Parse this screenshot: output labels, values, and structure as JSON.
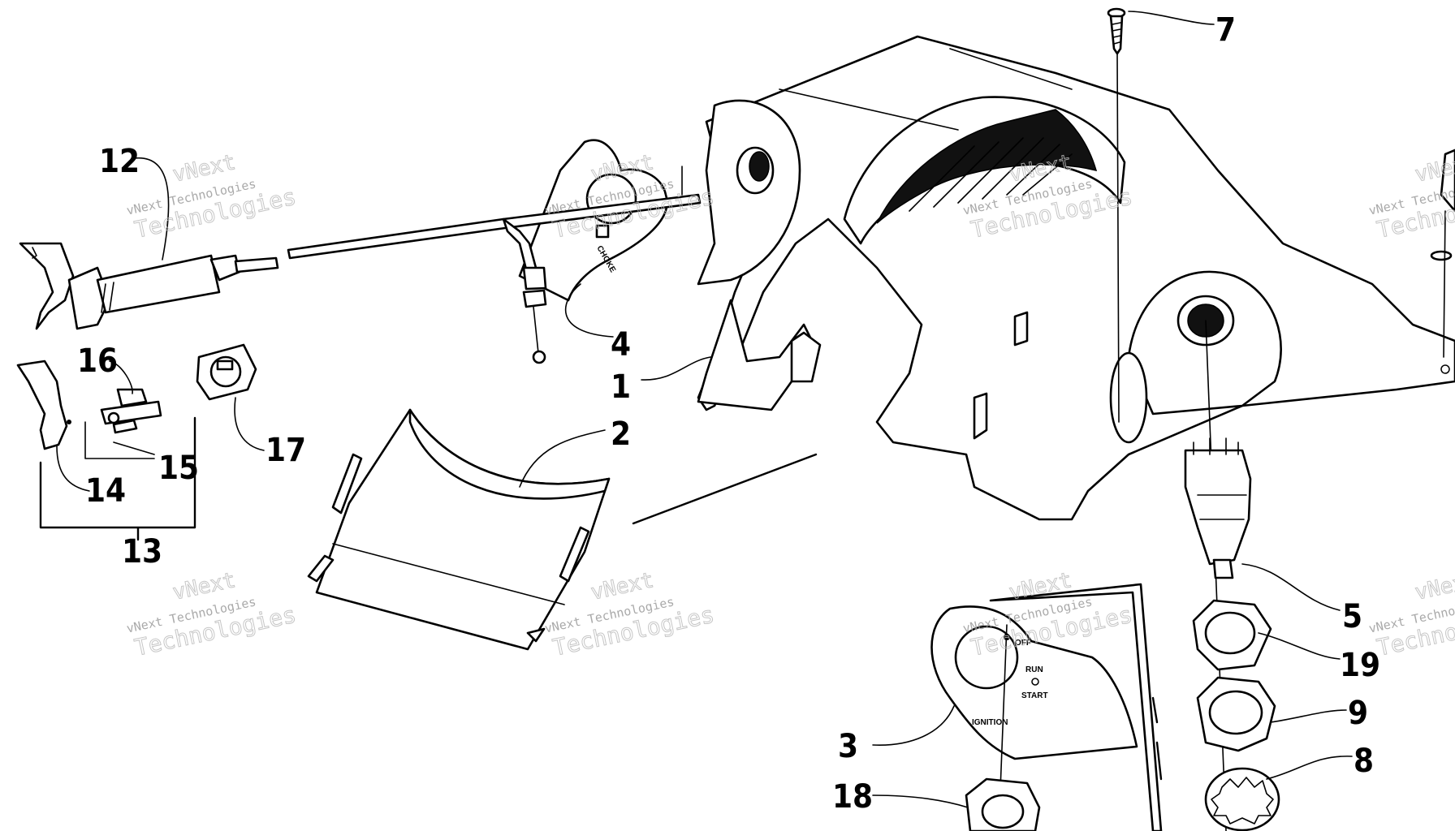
{
  "callouts": [
    {
      "id": "1",
      "label": "1"
    },
    {
      "id": "2",
      "label": "2"
    },
    {
      "id": "3",
      "label": "3"
    },
    {
      "id": "4",
      "label": "4"
    },
    {
      "id": "5",
      "label": "5"
    },
    {
      "id": "7",
      "label": "7"
    },
    {
      "id": "8",
      "label": "8"
    },
    {
      "id": "9",
      "label": "9"
    },
    {
      "id": "12",
      "label": "12"
    },
    {
      "id": "13",
      "label": "13"
    },
    {
      "id": "14",
      "label": "14"
    },
    {
      "id": "15",
      "label": "15"
    },
    {
      "id": "16",
      "label": "16"
    },
    {
      "id": "17",
      "label": "17"
    },
    {
      "id": "18",
      "label": "18"
    },
    {
      "id": "19",
      "label": "19"
    }
  ],
  "decal_text": {
    "choke": "CHOKE",
    "off": "OFF",
    "run": "RUN",
    "start": "START",
    "ignition": "IGNITION"
  },
  "watermark": {
    "line1": "vNext",
    "line2": "vNext Technologies",
    "line3": "Technologies"
  }
}
